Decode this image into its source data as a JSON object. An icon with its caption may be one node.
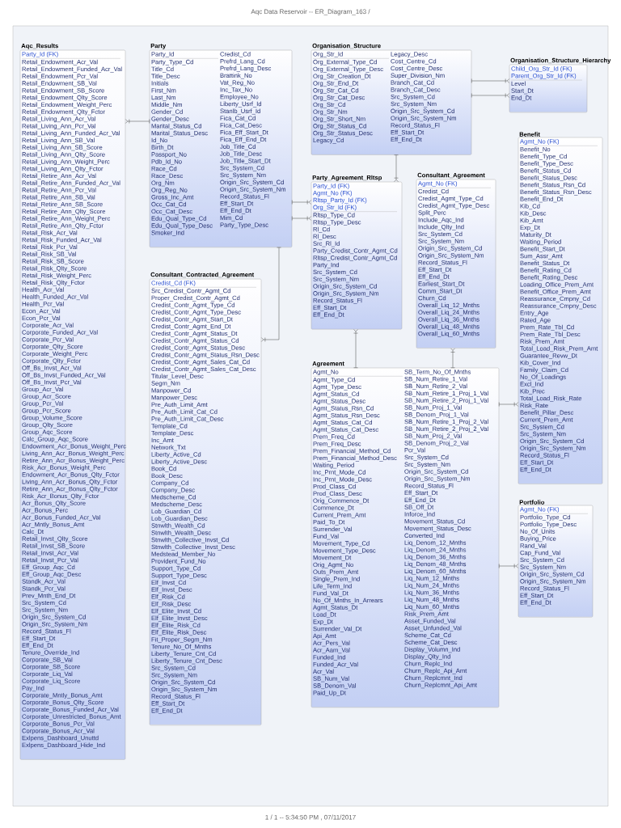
{
  "diagram": {
    "title": "Aqc Data Reservoir -- ER_Diagram_163 /",
    "nodes": [
      {
        "text": [
          "Organisation_Structure",
          "Org_Str_Id",
          "Org_External_Type_Cd",
          "Org_External_Type_Desc",
          "Org_Str_Creation_Dt",
          "Org_Str_End_Dt",
          "Org_Str_Cat_Cd",
          "Org_Str_Cat_Desc",
          "Org_Str_Cd",
          "Org_Str_Nm",
          "Org_Str_Short_Nm",
          "Org_Str_Status_Cd",
          "Org_Str_Status_Desc",
          "Legacy_Cd",
          "Legacy_Desc",
          "Cost_Centre_Cd",
          "Cost_Centre_Desc",
          "Super_Division_Nm",
          "Branch_Cat_Cd",
          "Branch_Cat_Desc",
          "Src_System_Cd",
          "Src_System_Nm",
          "Origin_Src_System_Cd",
          "Origin_Src_System_Nm",
          "Record_Status_Fl",
          "Eff_Start_Dt",
          "Eff_End_Dt"
        ]
      },
      {
        "text": [
          "Aqc_Results",
          "Party_Id (FK)",
          "Retail_Endowment_Acr_Val",
          "Retail_Endowment_Funded_Acr_Val",
          "Retail_Endowment_Pcr_Val",
          "Retail_Endowment_SB_Val",
          "Retail_Endowment_SB_Score",
          "Retail_Endowment_Qlty_Score",
          "Retail_Endowment_Weight_Perc",
          "Retail_Endowment_Qlty_Fctor",
          "Retail_Living_Ann_Acr_Val",
          "Retail_Living_Ann_Pcr_Val",
          "Retail_Living_Ann_Funded_Acr_Val",
          "Retail_Living_Ann_SB_Val",
          "Retail_Living_Ann_SB_Score",
          "Retail_Living_Ann_Qlty_Score",
          "Retail_Living_Ann_Weight_Perc",
          "Retail_Living_Ann_Qlty_Fctor",
          "Retail_Retire_Ann_Acr_Val",
          "Retail_Retire_Ann_Funded_Acr_Val",
          "Retail_Retire_Ann_Pcr_Val",
          "Retail_Retire_Ann_SB_Val",
          "Retail_Retire_Ann_SB_Score",
          "Retail_Retire_Ann_Qlty_Score",
          "Retail_Retire_Ann_Weight_Perc",
          "Retail_Retire_Ann_Qlty_Fctor",
          "Retail_Risk_Acr_Val",
          "Retail_Risk_Funded_Acr_Val",
          "Retail_Risk_Pcr_Val",
          "Retail_Risk_SB_Val",
          "Retail_Risk_SB_Score",
          "Retail_Risk_Qlty_Score",
          "Retail_Risk_Weight_Perc",
          "Retail_Risk_Qlty_Fctor",
          "Health_Acr_Val",
          "Health_Funded_Acr_Val",
          "Health_Pcr_Val",
          "Econ_Acr_Val",
          "Econ_Pcr_Val",
          "Corporate_Acr_Val",
          "Corporate_Funded_Acr_Val",
          "Corporate_Pcr_Val",
          "Corporate_Qlty_Score",
          "Corporate_Weight_Perc",
          "Corporate_Qlty_Fctor",
          "Off_Bs_Invst_Acr_Val",
          "Off_Bs_Invst_Funded_Acr_Val",
          "Off_Bs_Invst_Pcr_Val",
          "Group_Acr_Val",
          "Group_Acr_Score",
          "Group_Pcr_Val",
          "Group_Pcr_Score",
          "Group_Volume_Score",
          "Group_Qlty_Score",
          "Group_Aqc_Score",
          "Calc_Group_Aqc_Score",
          "Endowment_Acr_Bonus_Weight_Perc",
          "Living_Ann_Acr_Bonus_Weight_Perc",
          "Retire_Ann_Acr_Bonus_Weight_Perc",
          "Risk_Acr_Bonus_Weight_Perc",
          "Endowment_Acr_Bonus_Qlty_Fctor",
          "Living_Ann_Acr_Bonus_Qlty_Fctor",
          "Retire_Ann_Acr_Bonus_Qlty_Fctor",
          "Risk_Acr_Bonus_Qlty_Fctor",
          "Acr_Bonus_Qlty_Score",
          "Acr_Bonus_Perc",
          "Acr_Bonus_Funded_Acr_Val",
          "Acr_Mntly_Bonus_Amt",
          "Calc_Dt",
          "Retail_Invst_Qlty_Score",
          "Retail_Invst_SB_Score",
          "Retail_Invst_Acr_Val",
          "Retail_Invst_Pcr_Val",
          "Eff_Group_Aqc_Cd",
          "Eff_Group_Aqc_Desc",
          "Standk_Acr_Val",
          "Standk_Pcr_Val",
          "Prev_Mnth_End_Dt",
          "Src_System_Cd",
          "Src_System_Nm",
          "Origin_Src_System_Cd",
          "Origin_Src_System_Nm",
          "Record_Status_Fl",
          "Eff_Start_Dt",
          "Eff_End_Dt",
          "Tenure_Override_Ind",
          "Corporate_SB_Val",
          "Corporate_SB_Score",
          "Corporate_Liq_Val",
          "Corporate_Liq_Score",
          "Pay_Ind",
          "Corporate_Mntly_Bonus_Amt",
          "Corporate_Bonus_Qlty_Score",
          "Corporate_Bonus_Funded_Acr_Val",
          "Corporate_Unrestricted_Bonus_Amt",
          "Corporate_Bonus_Pcr_Val",
          "Corporate_Bonus_Acr_Val",
          "Exlpens_Dashboard_Unuttd",
          "Exlpens_Dashboard_Hide_Ind"
        ]
      },
      {
        "text": [
          "Party",
          "Party_Id",
          "Party_Type_Cd",
          "Title_Cd",
          "Title_Desc",
          "Initials",
          "First_Nm",
          "Last_Nm",
          "Middle_Nm",
          "Gender_Cd",
          "Gender_Desc",
          "Marital_Status_Cd",
          "Marital_Status_Desc",
          "Id_No",
          "Birth_Dt",
          "Passport_No",
          "Pdb_Id_No",
          "Race_Cd",
          "Race_Desc",
          "Org_Nm",
          "Org_Reg_No",
          "Gross_Inc_Amt",
          "Occ_Cat_Cd",
          "Occ_Cat_Desc",
          "Edu_Qual_Type_Cd",
          "Edu_Qual_Type_Desc",
          "Smoker_Ind",
          "Credist_Cd",
          "Prefrd_Lang_Cd",
          "Prefrd_Lang_Desc",
          "Brattink_No",
          "Vat_Reg_No",
          "Inc_Tax_No",
          "Employee_No",
          "Liberty_Usrf_Id",
          "Stanlb_Usrf_Id",
          "Fica_Cat_Cd",
          "Fica_Cat_Desc",
          "Fica_Eff_Start_Dt",
          "Fica_Eff_End_Dt",
          "Job_Title_Cd",
          "Job_Title_Desc",
          "Job_Title_Start_Dt",
          "Src_System_Cd",
          "Src_System_Nm",
          "Origin_Src_System_Cd",
          "Origin_Src_System_Nm",
          "Record_Status_Fl",
          "Eff_Start_Dt",
          "Eff_End_Dt",
          "Mim_Cd",
          "Party_Type_Desc"
        ]
      },
      {
        "text": [
          "Organisation_Structure_Hierarchy",
          "Child_Org_Str_Id (FK)",
          "Parent_Org_Str_Id (FK)",
          "Level",
          "Start_Dt",
          "End_Dt"
        ]
      },
      {
        "text": [
          "Party_Agreement_Rltsp",
          "Party_Id (FK)",
          "Agmt_No (FK)",
          "Rltsp_Party_Id (FK)",
          "Org_Str_Id (FK)",
          "Rltsp_Type_Cd",
          "Rltsp_Type_Desc",
          "Rl_Cd",
          "Rl_Desc",
          "Src_Rl_Id",
          "Party_Credist_Contr_Agmt_Cd",
          "Rltsp_Credist_Contr_Agmt_Cd",
          "Party_Ind",
          "Src_System_Cd",
          "Src_System_Nm",
          "Origin_Src_System_Cd",
          "Origin_Src_System_Nm",
          "Record_Status_Fl",
          "Eff_Start_Dt",
          "Eff_End_Dt"
        ]
      },
      {
        "text": [
          "Agreement",
          "Agmt_No",
          "Agmt_Type_Cd",
          "Agmt_Type_Desc",
          "Agmt_Status_Cd",
          "Agmt_Status_Desc",
          "Agmt_Status_Rsn_Cd",
          "Agmt_Status_Rsn_Desc",
          "Agmt_Status_Cat_Cd",
          "Agmt_Status_Cat_Desc",
          "Prem_Freq_Cd",
          "Prem_Freq_Desc",
          "Prem_Financial_Method_Cd",
          "Prem_Financial_Method_Desc",
          "Waiting_Period",
          "Inc_Prnt_Mode_Cd",
          "Inc_Prnt_Mode_Desc",
          "Prod_Class_Cd",
          "Prod_Class_Desc",
          "Orig_Commence_Dt",
          "Commence_Dt",
          "Current_Prem_Amt",
          "Paid_To_Dt",
          "Surrender_Val",
          "Fund_Val",
          "Movement_Type_Cd",
          "Movement_Type_Desc",
          "Movement_Dt",
          "Orig_Agmt_No",
          "Outs_Prem_Amt",
          "Single_Prem_Ind",
          "Life_Term_Ind",
          "Fund_Val_Dt",
          "No_Of_Mnths_In_Arrears",
          "Agmt_Status_Dt",
          "Load_Dt",
          "Exp_Dt",
          "Surrender_Val_Dt",
          "Api_Amt",
          "Acr_Pers_Val",
          "Acr_Aam_Val",
          "Funded_Ind",
          "Funded_Acr_Val",
          "Acr_Val",
          "SB_Num_Val",
          "SB_Denom_Val",
          "Paid_Up_Dt",
          "SB_Term_No_Of_Mnths",
          "SB_Num_Retire_1_Val",
          "SB_Num_Retire_2_Val",
          "SB_Num_Retire_1_Proj_1_Val",
          "SB_Num_Retire_2_Proj_1_Val",
          "SB_Num_Proj_1_Val",
          "SB_Denom_Proj_1_Val",
          "SB_Num_Retire_1_Proj_2_Val",
          "SB_Num_Retire_2_Proj_2_Val",
          "SB_Num_Proj_2_Val",
          "SB_Denom_Proj_2_Val",
          "Pcr_Val",
          "Src_System_Cd",
          "Src_System_Nm",
          "Origin_Src_System_Cd",
          "Origin_Src_System_Nm",
          "Record_Status_Fl",
          "Eff_Start_Dt",
          "Eff_End_Dt",
          "SB_Off_Dt",
          "Inforce_Ind",
          "Movement_Status_Cd",
          "Movement_Status_Desc",
          "Converted_Ind",
          "Liq_Denom_12_Mnths",
          "Liq_Denom_24_Mnths",
          "Liq_Denom_36_Mnths",
          "Liq_Denom_48_Mnths",
          "Liq_Denom_60_Mnths",
          "Liq_Num_12_Mnths",
          "Liq_Num_24_Mnths",
          "Liq_Num_36_Mnths",
          "Liq_Num_48_Mnths",
          "Liq_Num_60_Mnths",
          "Risk_Prem_Amt",
          "Asset_Funded_Val",
          "Asset_Unfunded_Val",
          "Scheme_Cat_Cd",
          "Scheme_Cat_Desc",
          "Display_Volumn_Ind",
          "Display_Qlty_Ind",
          "Churn_Replc_Ind",
          "Churn_Replc_Api_Amt",
          "Churn_Replcmnt_Ind",
          "Churn_Replcmnt_Api_Amt"
        ]
      },
      {
        "text": [
          "Benefit",
          "Agmt_No (FK)",
          "Benefit_No",
          "Benefit_Type_Cd",
          "Benefit_Type_Desc",
          "Benefit_Status_Cd",
          "Benefit_Status_Desc",
          "Benefit_Status_Rsn_Cd",
          "Benefit_Status_Rsn_Desc",
          "Benefit_End_Dt",
          "Kib_Cd",
          "Kib_Desc",
          "Kib_Amt",
          "Exp_Dt",
          "Maturity_Dt",
          "Waiting_Period",
          "Benefit_Start_Dt",
          "Sum_Assr_Amt",
          "Benefit_Status_Dt",
          "Benefit_Rating_Cd",
          "Benefit_Rating_Desc",
          "Loading_Office_Prem_Amt",
          "Benefit_Office_Prem_Amt",
          "Reassurance_Cmpny_Cd",
          "Reassurance_Cmpny_Desc",
          "Entry_Age",
          "Rated_Age",
          "Prem_Rate_Tbl_Cd",
          "Prem_Rate_Tbl_Desc",
          "Risk_Prem_Amt",
          "Total_Load_Risk_Prem_Amt",
          "Guarantee_Revw_Dt",
          "Kib_Cover_Ind",
          "Family_Claim_Cd",
          "No_Of_Loadings",
          "Excl_Ind",
          "Kib_Prec",
          "Total_Load_Risk_Rate",
          "Risk_Rate",
          "Benefit_Pillar_Desc",
          "Current_Prem_Amt",
          "Src_System_Cd",
          "Src_System_Nm",
          "Origin_Src_System_Cd",
          "Origin_Src_System_Nm",
          "Record_Status_Fl",
          "Eff_Start_Dt",
          "Eff_End_Dt"
        ]
      },
      {
        "text": [
          "Consultant_Contracted_Agreement",
          "Credist_Cd (FK)",
          "Src_Credist_Contr_Agmt_Cd",
          "Proper_Credist_Contr_Agmt_Cd",
          "Credist_Contr_Agmt_Type_Cd",
          "Credist_Contr_Agmt_Type_Desc",
          "Credist_Contr_Agmt_Start_Dt",
          "Credist_Contr_Agmt_End_Dt",
          "Credist_Contr_Agmt_Status_Dt",
          "Credist_Contr_Agmt_Status_Cd",
          "Credist_Contr_Agmt_Status_Desc",
          "Credist_Contr_Agmt_Status_Rsn_Desc",
          "Credist_Contr_Agmt_Sales_Cat_Cd",
          "Credist_Contr_Agmt_Sales_Cat_Desc",
          "Titular_Level_Desc",
          "Segm_Nm",
          "Manpower_Cd",
          "Manpower_Desc",
          "Pre_Auth_Limit_Amt",
          "Pre_Auth_Limit_Cat_Cd",
          "Pre_Auth_Limit_Cat_Desc",
          "Template_Cd",
          "Template_Desc",
          "Inc_Amt",
          "Network_Txt",
          "Liberty_Active_Cd",
          "Liberty_Active_Desc",
          "Book_Cd",
          "Book_Desc",
          "Company_Cd",
          "Company_Desc",
          "Medscheme_Cd",
          "Medscheme_Desc",
          "Lob_Guardian_Cd",
          "Lob_Guardian_Desc",
          "Stnwlth_Wealth_Cd",
          "Stnwlth_Wealth_Desc",
          "Stnwlth_Collective_Invst_Cd",
          "Stnwlth_Collective_Invst_Desc",
          "Medstead_Member_No",
          "Provident_Fund_No",
          "Support_Type_Cd",
          "Support_Type_Desc",
          "Elf_Invst_Cd",
          "Elf_Invst_Desc",
          "Elf_Risk_Cd",
          "Elf_Risk_Desc",
          "Elf_Elite_Invst_Cd",
          "Elf_Elite_Invst_Desc",
          "Elf_Elite_Risk_Cd",
          "Elf_Elite_Risk_Desc",
          "Fit_Proper_Segm_Nm",
          "Tenure_No_Of_Mnths",
          "Liberty_Tenure_Cnt_Cd",
          "Liberty_Tenure_Cnt_Desc",
          "Src_System_Cd",
          "Src_System_Nm",
          "Origin_Src_System_Cd",
          "Origin_Src_System_Nm",
          "Record_Status_Fl",
          "Eff_Start_Dt",
          "Eff_End_Dt"
        ]
      },
      {
        "text": [
          "Portfolio",
          "Agmt_No (FK)",
          "Portfolio_Type_Cd",
          "Portfolio_Type_Desc",
          "No_Of_Units",
          "Buying_Price",
          "Rand_Val",
          "Cap_Fund_Val",
          "Src_System_Cd",
          "Src_System_Nm",
          "Origin_Src_System_Cd",
          "Origin_Src_System_Nm",
          "Record_Status_Fl",
          "Eff_Start_Dt",
          "Eff_End_Dt"
        ]
      },
      {
        "text": [
          "Consultant_Agreement",
          "Agmt_No (FK)",
          "Credist_Cd",
          "Credist_Agmt_Type_Cd",
          "Credist_Agmt_Type_Desc",
          "Split_Perc",
          "Include_Aqc_Ind",
          "Include_Qlty_Ind",
          "Src_System_Cd",
          "Src_System_Nm",
          "Origin_Src_System_Cd",
          "Origin_Src_System_Nm",
          "Record_Status_Fl",
          "Eff_Start_Dt",
          "Eff_End_Dt",
          "Earliest_Start_Dt",
          "Comm_Start_Dt",
          "Churn_Cd",
          "Overall_Liq_12_Mnths",
          "Overall_Liq_24_Mnths",
          "Overall_Liq_36_Mnths",
          "Overall_Liq_48_Mnths",
          "Overall_Liq_60_Mnths"
        ]
      }
    ],
    "edges": [
      {
        "from": 0,
        "to": 3,
        "arrow": "other"
      },
      {
        "from": 0,
        "to": 3,
        "arrow": "other"
      },
      {
        "from": 0,
        "to": 4,
        "arrow": "other"
      },
      {
        "from": 2,
        "to": 4,
        "arrow": "other"
      },
      {
        "from": 2,
        "to": 4,
        "arrow": "other"
      },
      {
        "from": 5,
        "to": 4,
        "arrow": "other"
      },
      {
        "from": 2,
        "to": 1,
        "arrow": "other"
      },
      {
        "from": 2,
        "to": 7,
        "arrow": "other"
      },
      {
        "from": 5,
        "to": 6,
        "arrow": "other"
      },
      {
        "from": 5,
        "to": 8,
        "arrow": "other"
      },
      {
        "from": 5,
        "to": 9,
        "arrow": "other"
      }
    ],
    "labels": [
      "1 / 1 -- 5:34:50 PM , 07/11/2017"
    ]
  }
}
